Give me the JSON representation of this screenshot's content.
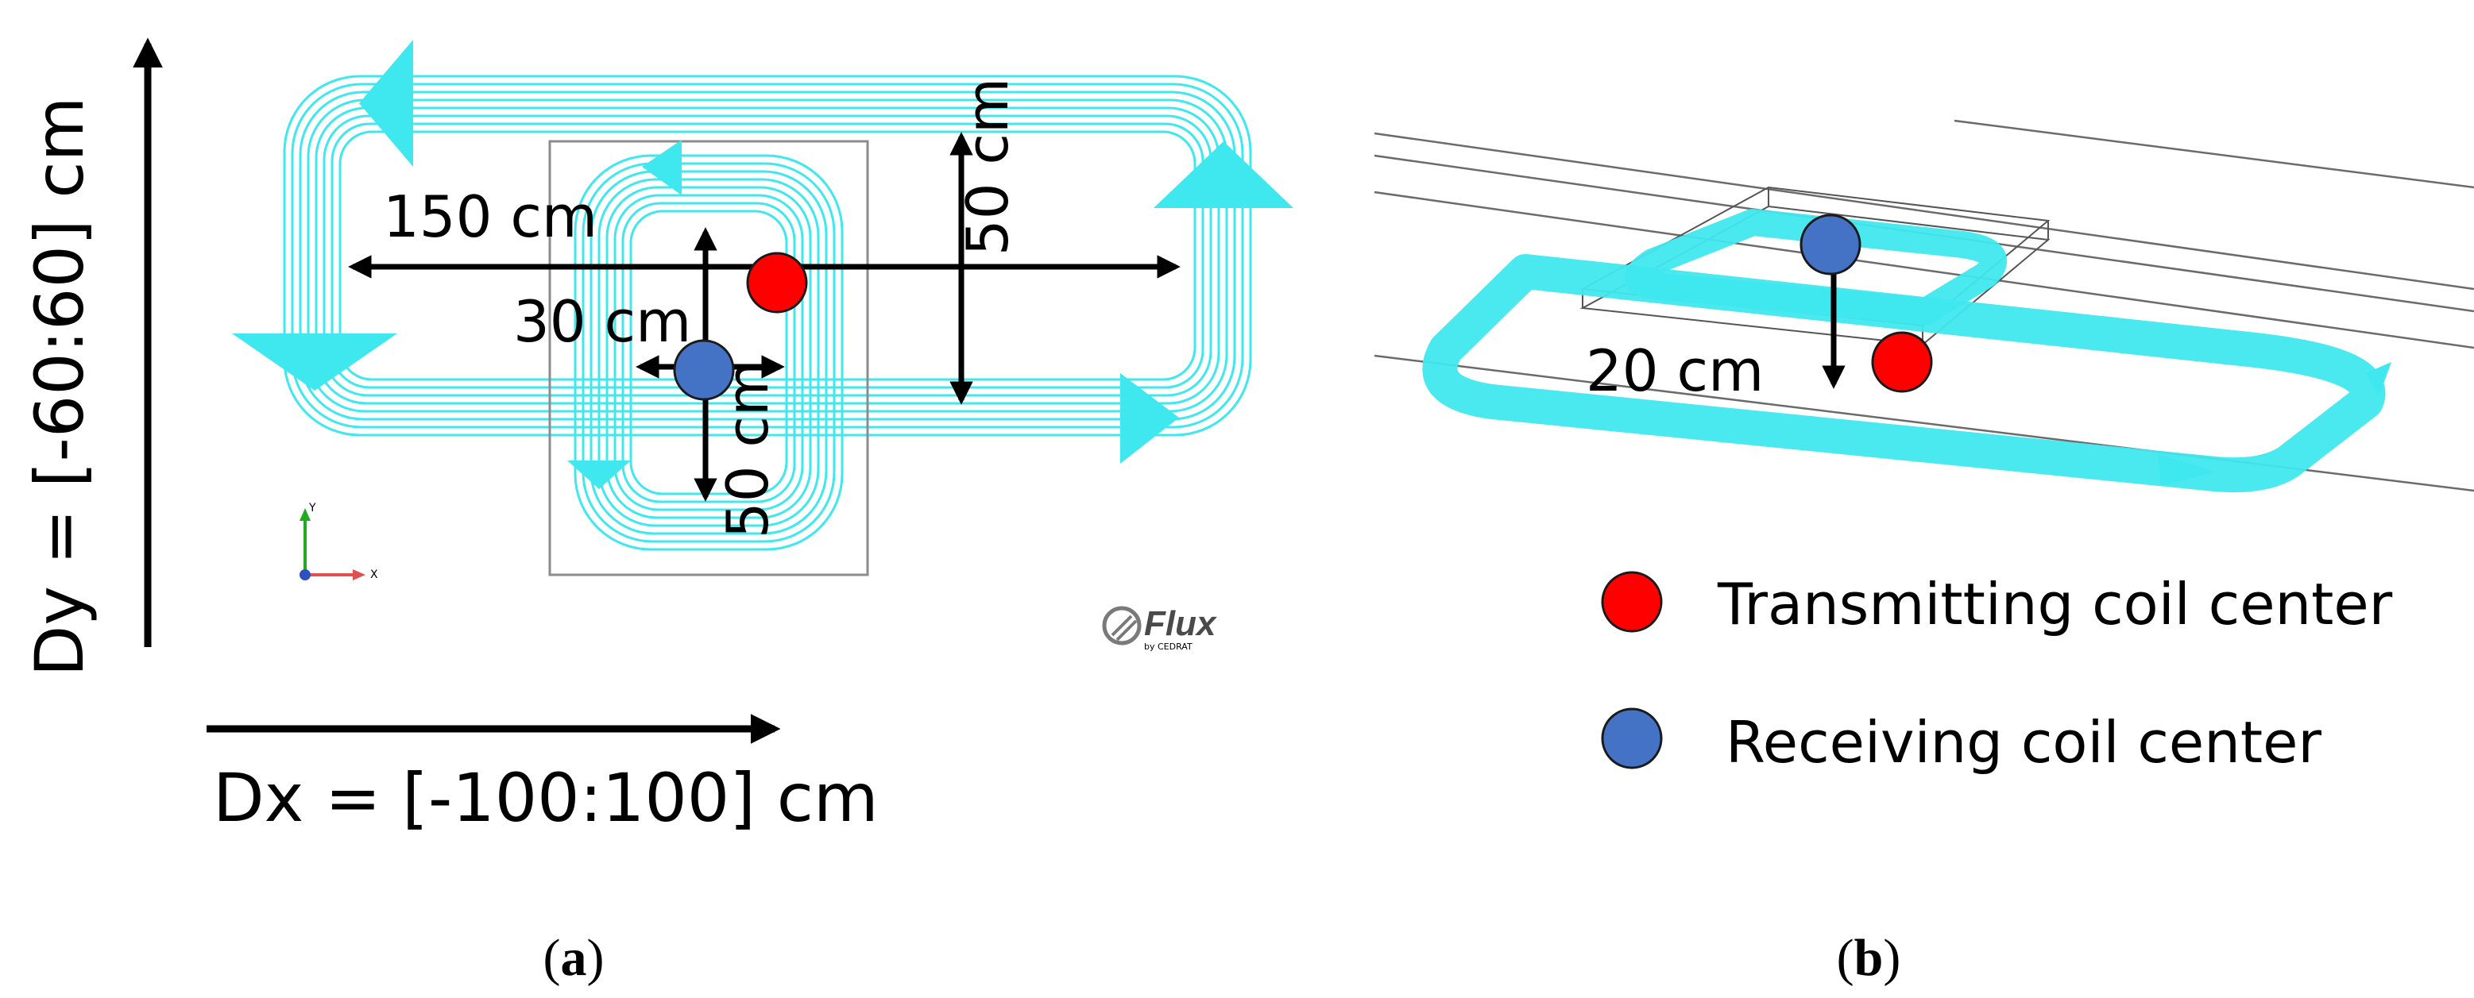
{
  "panel_a": {
    "caption": {
      "open": "(",
      "letter": "a",
      "close": ")"
    },
    "axis_x_label": "Dx = [-100:100] cm",
    "axis_y_label": "Dy = [-60:60] cm",
    "dim_length": "150 cm",
    "dim_width_right": "50 cm",
    "dim_offset": "30 cm",
    "dim_width_inner": "50 cm",
    "logo_text": "Flux",
    "logo_sub": "by CEDRAT",
    "triad_y": "Y",
    "triad_x": "X"
  },
  "panel_b": {
    "caption": {
      "open": "(",
      "letter": "b",
      "close": ")"
    },
    "dim_height": "20 cm"
  },
  "legend": [
    {
      "label": "Transmitting coil center",
      "color": "#ff0000"
    },
    {
      "label": "Receiving coil center",
      "color": "#4472c4"
    }
  ],
  "colors": {
    "coil": "#3fe8ee",
    "transmitting": "#ff0000",
    "receiving": "#4472c4",
    "arrow": "#000000"
  }
}
